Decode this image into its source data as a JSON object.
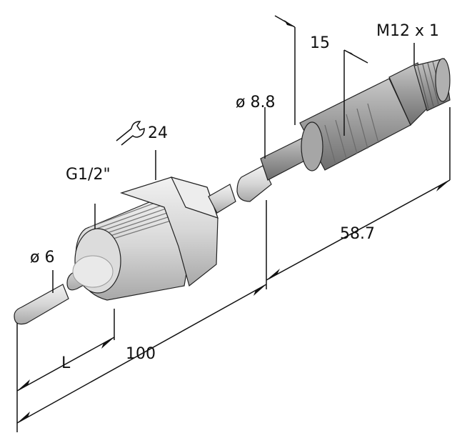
{
  "labels": {
    "m12": "M12 x 1",
    "dim15": "15",
    "dia88": "ø 8.8",
    "wrench": "24",
    "thread": "G1/2\"",
    "dia6": "ø 6",
    "len587": "58.7",
    "len100": "100",
    "lenL": "L"
  },
  "colors": {
    "light_gray": "#dcdcdc",
    "mid_gray": "#b4b4b4",
    "dark_gray": "#8c8c8c",
    "line": "#111111"
  },
  "icons": {
    "wrench": "wrench-icon"
  }
}
